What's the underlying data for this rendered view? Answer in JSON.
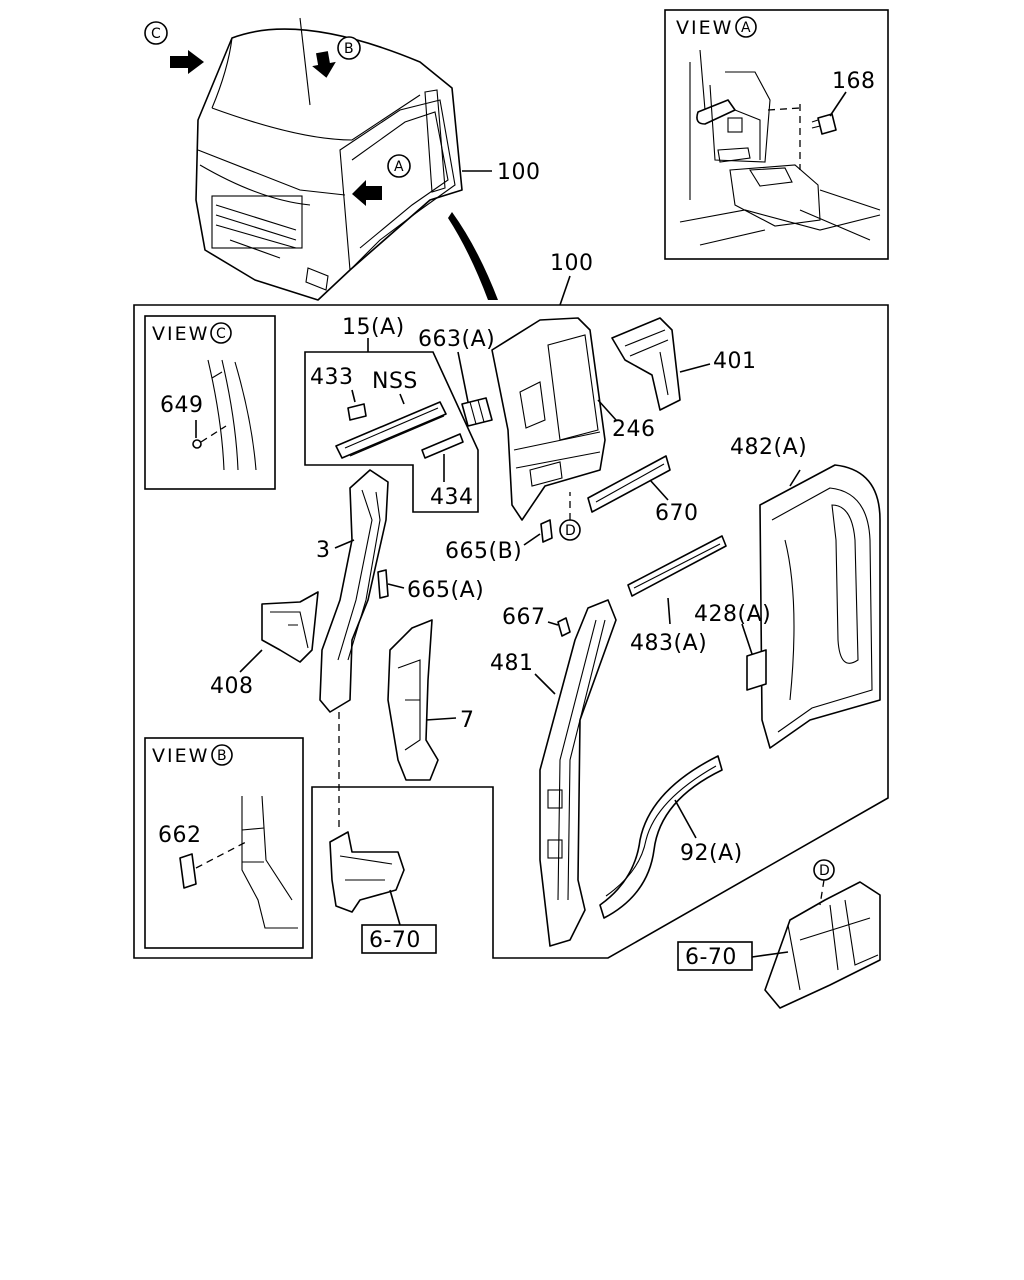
{
  "callouts": {
    "view_a_title": "VIEW",
    "view_a_letter": "A",
    "view_b_title": "VIEW",
    "view_b_letter": "B",
    "view_c_title": "VIEW",
    "view_c_letter": "C",
    "circle_a": "A",
    "circle_b": "B",
    "circle_c": "C",
    "circle_d_main": "D",
    "circle_d_bottom": "D"
  },
  "labels": {
    "p100_top": "100",
    "p100_frame": "100",
    "p168": "168",
    "p15a": "15(A)",
    "p663a": "663(A)",
    "p433": "433",
    "nss": "NSS",
    "p434": "434",
    "p649": "649",
    "p246": "246",
    "p401": "401",
    "p482a": "482(A)",
    "p670": "670",
    "p665b": "665(B)",
    "p3": "3",
    "p665a": "665(A)",
    "p667": "667",
    "p483a": "483(A)",
    "p428a": "428(A)",
    "p481": "481",
    "p408": "408",
    "p7": "7",
    "p662": "662",
    "p92a": "92(A)",
    "ref_left": "6-70",
    "ref_right": "6-70"
  }
}
